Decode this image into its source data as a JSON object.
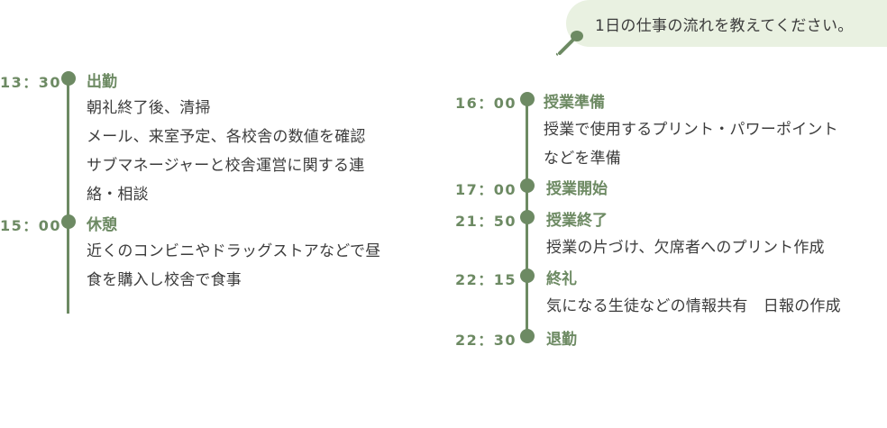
{
  "question": {
    "text": "1日の仕事の流れを教えてください。",
    "icon": "microphone-icon"
  },
  "colors": {
    "accent": "#6d8a63",
    "bubble_bg": "#e9f1e1",
    "text": "#3c3c3c"
  },
  "left_column": [
    {
      "time": "13：30",
      "title": "出勤",
      "lines": [
        "朝礼終了後、清掃",
        "メール、来室予定、各校舎の数値を確認",
        "サブマネージャーと校舎運営に関する連",
        "絡・相談"
      ]
    },
    {
      "time": "15：00",
      "title": "休憩",
      "lines": [
        "近くのコンビニやドラッグストアなどで昼",
        "食を購入し校舎で食事"
      ]
    }
  ],
  "right_column": [
    {
      "time": "16：00",
      "title": "授業準備",
      "lines": [
        "授業で使用するプリント・パワーポイント",
        "などを準備"
      ]
    },
    {
      "time": "17：00",
      "title": "授業開始",
      "lines": []
    },
    {
      "time": "21：50",
      "title": "授業終了",
      "lines": [
        "授業の片づけ、欠席者へのプリント作成"
      ]
    },
    {
      "time": "22：15",
      "title": "終礼",
      "lines": [
        "気になる生徒などの情報共有　日報の作成"
      ]
    },
    {
      "time": "22：30",
      "title": "退勤",
      "lines": []
    }
  ]
}
